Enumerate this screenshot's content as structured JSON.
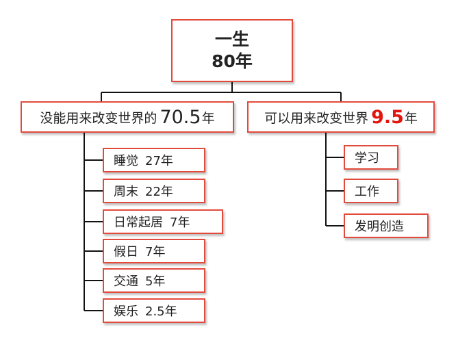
{
  "root": {
    "line1": "一生",
    "line2": "80年"
  },
  "left_branch": {
    "label": "没能用来改变世界的",
    "number": "70.5",
    "unit": "年",
    "children": [
      {
        "label": "睡觉",
        "value": "27年"
      },
      {
        "label": "周末",
        "value": "22年"
      },
      {
        "label": "日常起居",
        "value": "7年"
      },
      {
        "label": "假日",
        "value": "7年"
      },
      {
        "label": "交通",
        "value": "5年"
      },
      {
        "label": "娱乐",
        "value": "2.5年"
      }
    ]
  },
  "right_branch": {
    "label": "可以用来改变世界",
    "number": "9.5",
    "unit": "年",
    "children": [
      {
        "label": "学习"
      },
      {
        "label": "工作"
      },
      {
        "label": "发明创造"
      }
    ]
  },
  "colors": {
    "box_border": "#e24a3c",
    "highlight": "#e1160f",
    "connector": "#111111"
  }
}
